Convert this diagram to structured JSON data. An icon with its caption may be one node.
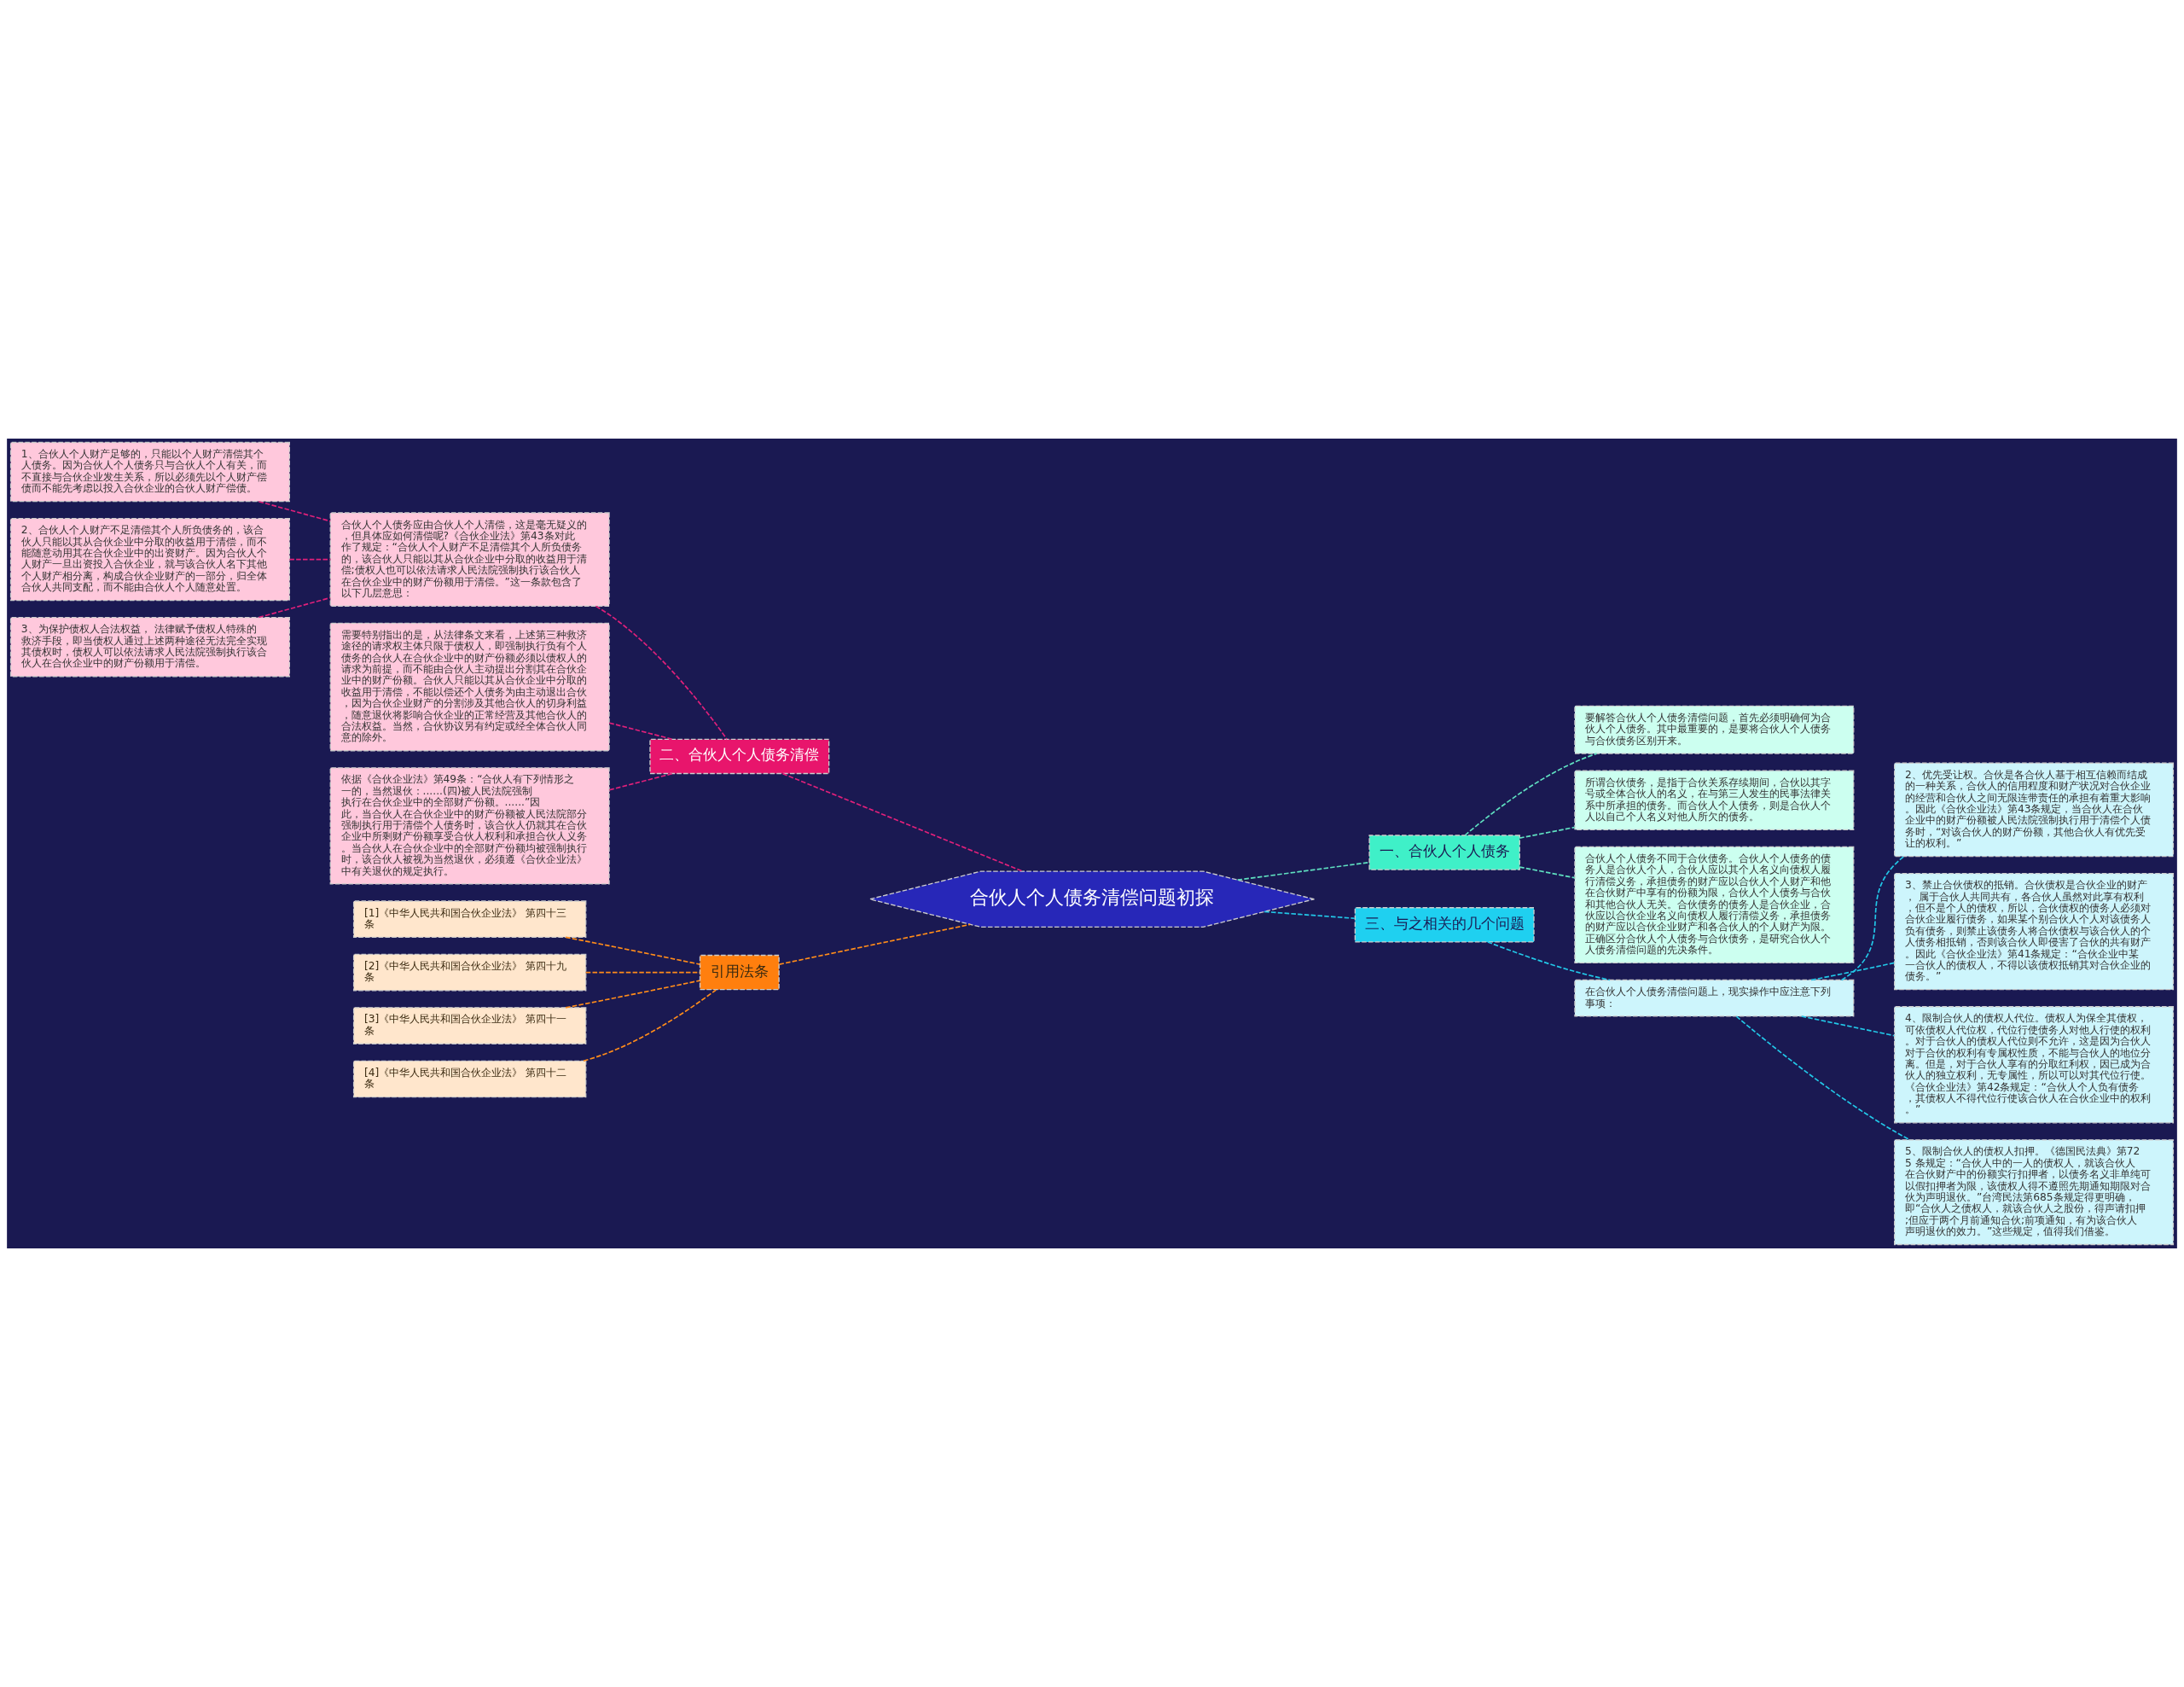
{
  "diagram": {
    "nodes": [
      {
        "text": [
          "合伙人个人债务清偿问题初探"
        ]
      },
      {
        "text": [
          "一、合伙人个人债务"
        ]
      },
      {
        "text": [
          "要解答合伙人个人债务清偿问题，首先必须明确何为合伙人个人债务。其中最重要的，是要将合伙人个人债务与合伙债务区别开来。"
        ]
      },
      {
        "text": [
          "所谓合伙债务，是指于合伙关系存续期间，合伙以其字号或全体合伙人的名义，在与第三人发生的民事法律关系中所承担的债务。而合伙人个人债务，则是合伙人个人以自己个人名义对他人所欠的债务。"
        ]
      },
      {
        "text": [
          "合伙人个人债务不同于合伙债务。合伙人个人债务的债务人是合伙人个人，合伙人应以其个人名义向债权人履行清偿义务，承担债务的财产应以合伙人个人财产和他在合伙财产中享有的份额为限，合伙人个人债务与合伙和其他合伙人无关。合伙债务的债务人是合伙企业，合伙应以合伙企业名义向债权人履行清偿义务，承担债务的财产应以合伙企业财产和各合伙人的个人财产为限。正确区分合伙人个人债务与合伙债务，是研究合伙人个人债务清偿问题的先决条件。"
        ]
      },
      {
        "text": [
          "二、合伙人个人债务清偿"
        ]
      },
      {
        "text": [
          "合伙人个人债务应由合伙人个人清偿，这是毫无疑义的，但具体应如何清偿呢?《合伙企业法》第43条对此作了规定：“合伙人个人财产不足清偿其个人所负债务的，该合伙人只能以其从合伙企业中分取的收益用于清偿;债权人也可以依法请求人民法院强制执行该合伙人在合伙企业中的财产份额用于清偿。”这一条款包含了以下几层意思："
        ]
      },
      {
        "text": [
          "1、合伙人个人财产足够的，只能以个人财产清偿其个人债务。因为合伙人个人债务只与合伙人个人有关，而不直接与合伙企业发生关系，所以必须先以个人财产偿债而不能先考虑以投入合伙企业的合伙人财产偿债。"
        ]
      },
      {
        "text": [
          "2、合伙人个人财产不足清偿其个人所负债务的，该合伙人只能以其从合伙企业中分取的收益用于清偿，而不能随意动用其在合伙企业中的出资财产。因为合伙人个人财产一旦出资投入合伙企业，就与该合伙人名下其他个人财产相分离，构成合伙企业财产的一部分，归全体合伙人共同支配，而不能由合伙人个人随意处置。"
        ]
      },
      {
        "text": [
          "3、为保护债权人合法权益， 法律赋予债权人特殊的救济手段，即当债权人通过上述两种途径无法完全实现其债权时，债权人可以依法请求人民法院强制执行该合伙人在合伙企业中的财产份额用于清偿。"
        ]
      },
      {
        "text": [
          "需要特别指出的是，从法律条文来看，上述第三种救济途径的请求权主体只限于债权人，即强制执行负有个人债务的合伙人在合伙企业中的财产份额必须以债权人的请求为前提，而不能由合伙人主动提出分割其在合伙企业中的财产份额。合伙人只能以其从合伙企业中分取的收益用于清偿，不能以偿还个人债务为由主动退出合伙，因为合伙企业财产的分割涉及其他合伙人的切身利益，随意退伙将影响合伙企业的正常经营及其他合伙人的合法权益。当然，合伙协议另有约定或经全体合伙人同意的除外。"
        ]
      },
      {
        "text": [
          "依据《合伙企业法》第49条：“合伙人有下列情形之一的，当然退伙：......(四)被人民法院强制执行在合伙企业中的全部财产份额。......”因此，当合伙人在合伙企业中的财产份额被人民法院部分强制执行用于清偿个人债务时，该合伙人仍就其在合伙企业中所剩财产份额享受合伙人权利和承担合伙人义务。当合伙人在合伙企业中的全部财产份额均被强制执行时，该合伙人被视为当然退伙，必须遵《合伙企业法》中有关退伙的规定执行。"
        ]
      },
      {
        "text": [
          "三、与之相关的几个问题"
        ]
      },
      {
        "text": [
          "在合伙人个人债务清偿问题上，现实操作中应注意下列事项："
        ]
      },
      {
        "text": [
          "2、优先受让权。合伙是各合伙人基于相互信赖而结成的一种关系，合伙人的信用程度和财产状况对合伙企业的经营和合伙人之间无限连带责任的承担有着重大影响。因此《合伙企业法》第43条规定，当合伙人在合伙企业中的财产份额被人民法院强制执行用于清偿个人债务时，“对该合伙人的财产份额，其他合伙人有优先受让的权利。”"
        ]
      },
      {
        "text": [
          "3、禁止合伙债权的抵销。合伙债权是合伙企业的财产， 属于合伙人共同共有，各合伙人虽然对此享有权利，但不是个人的债权，所以，合伙债权的债务人必须对合伙企业履行债务，如果某个别合伙人个人对该债务人负有债务，则禁止该债务人将合伙债权与该合伙人的个人债务相抵销，否则该合伙人即侵害了合伙的共有财产。因此《合伙企业法》第41条规定：“合伙企业中某一合伙人的债权人，不得以该债权抵销其对合伙企业的债务。”"
        ]
      },
      {
        "text": [
          "4、限制合伙人的债权人代位。债权人为保全其债权，可依债权人代位权，代位行使债务人对他人行使的权利。对于合伙人的债权人代位则不允许，这是因为合伙人对于合伙的权利有专属权性质，不能与合伙人的地位分离。但是，对于合伙人享有的分取红利权，因已成为合伙人的独立权利，无专属性，所以可以对其代位行使。《合伙企业法》第42条规定：“合伙人个人负有债务，其债权人不得代位行使该合伙人在合伙企业中的权利。”"
        ]
      },
      {
        "text": [
          "5、限制合伙人的债权人扣押。《德国民法典》第725 条规定：“合伙人中的一人的债权人，就该合伙人在合伙财产中的份额实行扣押者，以债务名义非单纯可以假扣押者为限，该债权人得不遵照先期通知期限对合伙为声明退伙。”台湾民法第685条规定得更明确，即“合伙人之债权人，就该合伙人之股份，得声请扣押;但应于两个月前通知合伙;前项通知，有为该合伙人声明退伙的效力。”这些规定，值得我们借鉴。"
        ]
      },
      {
        "text": [
          "引用法条"
        ]
      },
      {
        "text": [
          "[1]《中华人民共和国合伙企业法》 第四十三条"
        ]
      },
      {
        "text": [
          "[2]《中华人民共和国合伙企业法》 第四十九条"
        ]
      },
      {
        "text": [
          "[3]《中华人民共和国合伙企业法》 第四十一条"
        ]
      },
      {
        "text": [
          "[4]《中华人民共和国合伙企业法》 第四十二条"
        ]
      }
    ],
    "edges": [
      {
        "from": 0,
        "to": 1,
        "arrow": "none",
        "style": "dashed",
        "color": "#5fe0c0"
      },
      {
        "from": 1,
        "to": 2,
        "arrow": "none",
        "style": "dashed",
        "color": "#5fe0c0"
      },
      {
        "from": 1,
        "to": 3,
        "arrow": "none",
        "style": "dashed",
        "color": "#5fe0c0"
      },
      {
        "from": 1,
        "to": 4,
        "arrow": "none",
        "style": "dashed",
        "color": "#5fe0c0"
      },
      {
        "from": 0,
        "to": 5,
        "arrow": "none",
        "style": "dashed",
        "color": "#e0207a"
      },
      {
        "from": 5,
        "to": 6,
        "arrow": "none",
        "style": "dashed",
        "color": "#e0207a"
      },
      {
        "from": 6,
        "to": 7,
        "arrow": "none",
        "style": "dashed",
        "color": "#e0207a"
      },
      {
        "from": 6,
        "to": 8,
        "arrow": "none",
        "style": "dashed",
        "color": "#e0207a"
      },
      {
        "from": 6,
        "to": 9,
        "arrow": "none",
        "style": "dashed",
        "color": "#e0207a"
      },
      {
        "from": 5,
        "to": 10,
        "arrow": "none",
        "style": "dashed",
        "color": "#e0207a"
      },
      {
        "from": 5,
        "to": 11,
        "arrow": "none",
        "style": "dashed",
        "color": "#e0207a"
      },
      {
        "from": 0,
        "to": 12,
        "arrow": "none",
        "style": "dashed",
        "color": "#22c8e8"
      },
      {
        "from": 12,
        "to": 13,
        "arrow": "none",
        "style": "dashed",
        "color": "#22c8e8"
      },
      {
        "from": 13,
        "to": 14,
        "arrow": "none",
        "style": "dashed",
        "color": "#22c8e8"
      },
      {
        "from": 13,
        "to": 15,
        "arrow": "none",
        "style": "dashed",
        "color": "#22c8e8"
      },
      {
        "from": 13,
        "to": 16,
        "arrow": "none",
        "style": "dashed",
        "color": "#22c8e8"
      },
      {
        "from": 13,
        "to": 17,
        "arrow": "none",
        "style": "dashed",
        "color": "#22c8e8"
      },
      {
        "from": 0,
        "to": 18,
        "arrow": "none",
        "style": "dashed",
        "color": "#ff8c1a"
      },
      {
        "from": 18,
        "to": 19,
        "arrow": "none",
        "style": "dashed",
        "color": "#ff8c1a"
      },
      {
        "from": 18,
        "to": 20,
        "arrow": "none",
        "style": "dashed",
        "color": "#ff8c1a"
      },
      {
        "from": 18,
        "to": 21,
        "arrow": "none",
        "style": "dashed",
        "color": "#ff8c1a"
      },
      {
        "from": 18,
        "to": 22,
        "arrow": "none",
        "style": "dashed",
        "color": "#ff8c1a"
      }
    ]
  }
}
